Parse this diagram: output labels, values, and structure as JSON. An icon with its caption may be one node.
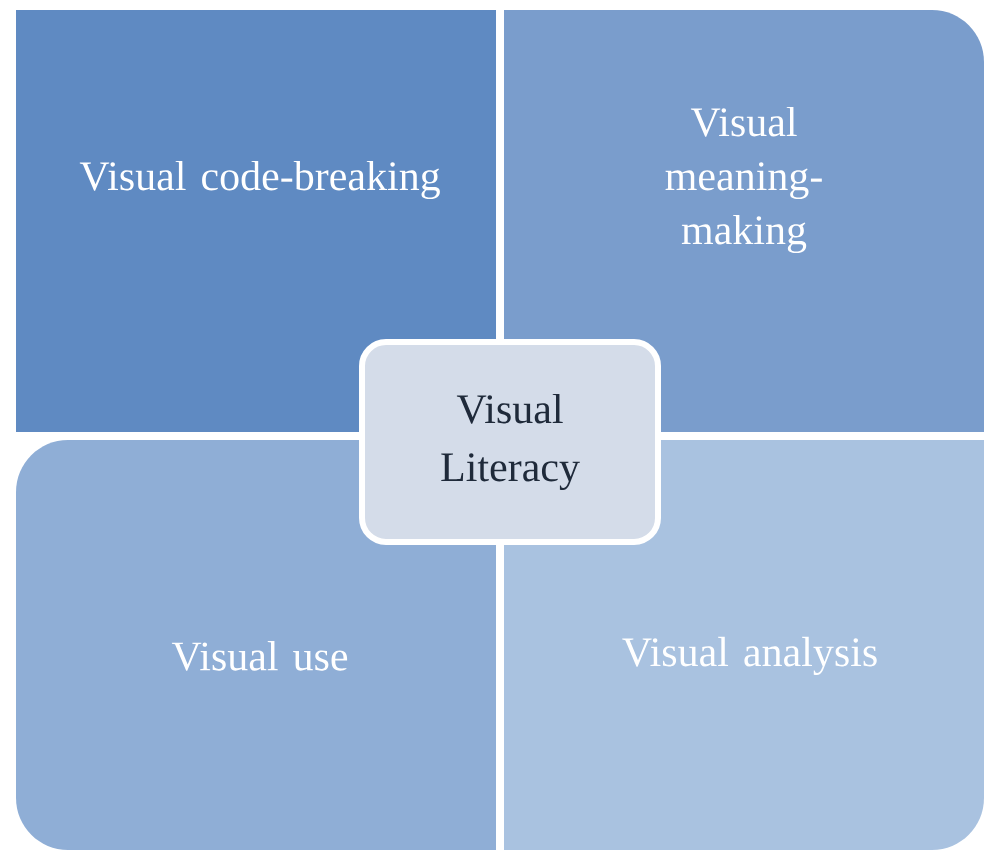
{
  "diagram": {
    "nodes": [
      {
        "text": [
          "Visual code-breaking"
        ]
      },
      {
        "text": [
          "Visual meaning-making"
        ]
      },
      {
        "text": [
          "Visual use"
        ]
      },
      {
        "text": [
          "Visual analysis"
        ]
      },
      {
        "text": [
          "Visual Literacy"
        ]
      }
    ]
  }
}
